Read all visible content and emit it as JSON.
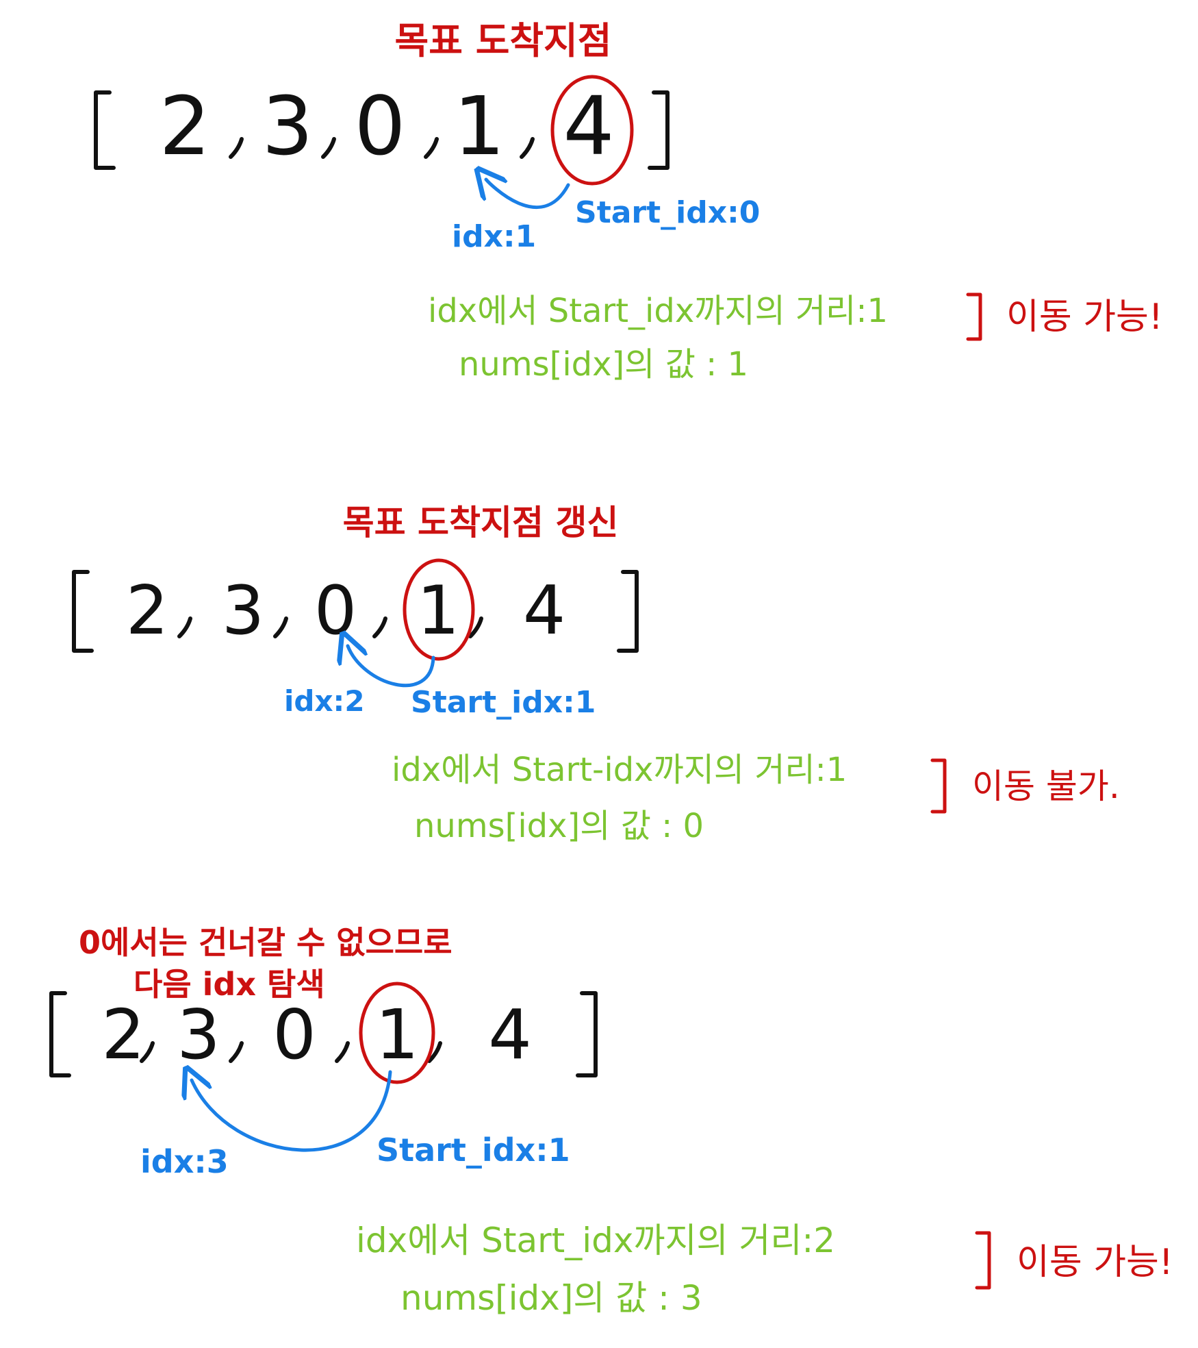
{
  "colors": {
    "ink": "#111111",
    "goal": "#cc1111",
    "index": "#1a7fe6",
    "condition": "#7cc431",
    "verdict": "#cc1111"
  },
  "steps": [
    {
      "heading": [
        "목표 도착지점"
      ],
      "array": [
        "2",
        "3",
        "0",
        "1",
        "4"
      ],
      "circled_index": 4,
      "idx_label": "idx:1",
      "start_label": "Start_idx:0",
      "distance_line": "idx에서 Start_idx까지의 거리:1",
      "value_line": "nums[idx]의 값 : 1",
      "verdict": "이동 가능!"
    },
    {
      "heading": [
        "목표 도착지점 갱신"
      ],
      "array": [
        "2",
        "3",
        "0",
        "1",
        "4"
      ],
      "circled_index": 3,
      "idx_label": "idx:2",
      "start_label": "Start_idx:1",
      "distance_line": "idx에서 Start-idx까지의 거리:1",
      "value_line": "nums[idx]의 값 : 0",
      "verdict": "이동 불가."
    },
    {
      "heading": [
        "0에서는 건너갈 수 없으므로",
        "다음 idx 탐색"
      ],
      "array": [
        "2",
        "3",
        "0",
        "1",
        "4"
      ],
      "circled_index": 3,
      "idx_label": "idx:3",
      "start_label": "Start_idx:1",
      "distance_line": "idx에서 Start_idx까지의 거리:2",
      "value_line": "nums[idx]의 값 : 3",
      "verdict": "이동 가능!"
    }
  ]
}
